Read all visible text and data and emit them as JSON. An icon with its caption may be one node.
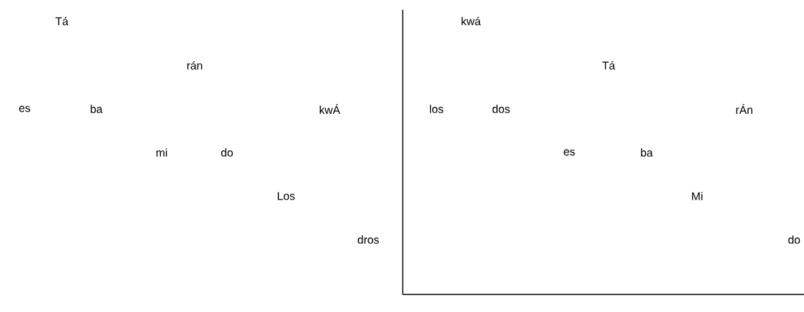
{
  "diagram": {
    "labels": [
      "Tá",
      "rán",
      "es",
      "ba",
      "kwÁ",
      "mi",
      "do",
      "Los",
      "dros",
      "kwá",
      "Tá",
      "los",
      "dos",
      "rÁn",
      "es",
      "ba",
      "Mi",
      "do"
    ]
  }
}
